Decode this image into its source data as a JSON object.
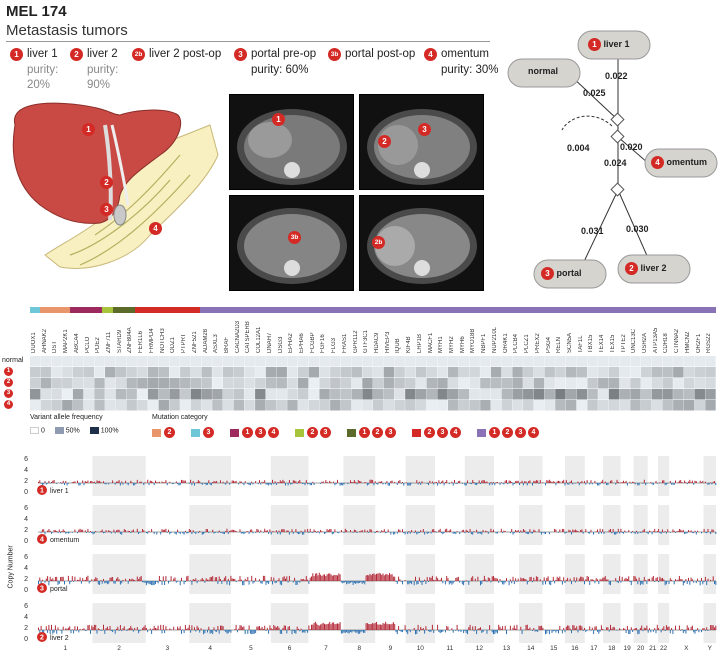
{
  "header": {
    "title": "MEL 174",
    "subtitle": "Metastasis tumors"
  },
  "samples": [
    {
      "badge": "1",
      "name": "liver 1",
      "purity_label": "purity:",
      "purity": "20%"
    },
    {
      "badge": "2",
      "name": "liver 2",
      "purity_label": "purity:",
      "purity": "90%"
    },
    {
      "badge": "2b",
      "name": "liver 2 post-op"
    },
    {
      "badge": "3",
      "name": "portal pre-op",
      "purity_label": "purity: 60%"
    },
    {
      "badge": "3b",
      "name": "portal post-op"
    },
    {
      "badge": "4",
      "name": "omentum",
      "purity_label": "purity: 30%"
    }
  ],
  "liver_badges": [
    "1",
    "2",
    "3",
    "4"
  ],
  "ct_badges": [
    "1",
    "3",
    "2",
    "3b",
    "2b"
  ],
  "tree": {
    "nodes": [
      {
        "badge": "1",
        "label": "liver 1"
      },
      {
        "label": "normal"
      },
      {
        "badge": "4",
        "label": "omentum"
      },
      {
        "badge": "3",
        "label": "portal"
      },
      {
        "badge": "2",
        "label": "liver 2"
      }
    ],
    "edges": [
      "0.022",
      "0.025",
      "0.004",
      "0.020",
      "0.024",
      "0.031",
      "0.030"
    ]
  },
  "mutation_colors": [
    "#6ec6d9",
    "#e8956b",
    "#9c2a5f",
    "#a8c43a",
    "#5c6b2a",
    "#d42a25",
    "#8a72b6"
  ],
  "genes": [
    "DUOX1",
    "AHNAK2",
    "DST",
    "MAP2K1",
    "ABCA4",
    "PCLO",
    "PDE2",
    "ZNF711",
    "STARD9",
    "ZNF804A",
    "FER1L6",
    "FRMPD4",
    "NOTCH3",
    "ODZ1",
    "PTPRT",
    "ZNF521",
    "ADAM28",
    "ASXL3",
    "BRAF",
    "CACNA2D3",
    "CATSPERB",
    "COL12A1",
    "DNAH7",
    "DSG3",
    "EPHA2",
    "EPHA6",
    "FCGBP",
    "FGF16",
    "FLG3",
    "FRAS1",
    "GPR112",
    "GTF3C1",
    "HDAC9",
    "HIVEP3",
    "IQUB",
    "KIF4B",
    "LRP1B",
    "MACF1",
    "MYH1",
    "MYH2",
    "MYH6",
    "MYO18B",
    "NBPF1",
    "NUP210L",
    "OR4K1",
    "PLCB4",
    "PLCZ1",
    "PREX2",
    "PSG4",
    "RELN",
    "SCN5A",
    "TAF1L",
    "TBX15",
    "TEX14",
    "TEX15",
    "TPTE2",
    "UNC13C",
    "USH2A",
    "ATP13A5",
    "CDH18",
    "CTNNA2",
    "HMCN2",
    "OR2F1",
    "RGS22"
  ],
  "heatmap_rows": [
    "normal",
    "1",
    "2",
    "3",
    "4"
  ],
  "vaf_legend": {
    "title": "Variant allele frequency",
    "items": [
      "0",
      "50%",
      "100%"
    ]
  },
  "mut_legend": {
    "title": "Mutation category",
    "groups": [
      {
        "color": "#e8956b",
        "badges": [
          "2"
        ]
      },
      {
        "color": "#6ec6d9",
        "badges": [
          "3"
        ]
      },
      {
        "color": "#9c2a5f",
        "badges": [
          "1",
          "3",
          "4"
        ]
      },
      {
        "color": "#a8c43a",
        "badges": [
          "2",
          "3"
        ]
      },
      {
        "color": "#5c6b2a",
        "badges": [
          "1",
          "2",
          "3"
        ]
      },
      {
        "color": "#d42a25",
        "badges": [
          "2",
          "3",
          "4"
        ]
      },
      {
        "color": "#8a72b6",
        "badges": [
          "1",
          "2",
          "3",
          "4"
        ]
      }
    ]
  },
  "copy_number": {
    "ylabel": "Copy Number",
    "yticks": [
      "6",
      "4",
      "2",
      "0"
    ],
    "panels": [
      {
        "badge": "1",
        "label": "liver 1"
      },
      {
        "badge": "4",
        "label": "omentum"
      },
      {
        "badge": "3",
        "label": "portal"
      },
      {
        "badge": "2",
        "label": "liver 2"
      }
    ],
    "chromosomes": [
      "1",
      "2",
      "3",
      "4",
      "5",
      "6",
      "7",
      "8",
      "9",
      "10",
      "11",
      "12",
      "13",
      "14",
      "15",
      "16",
      "17",
      "18",
      "19",
      "20",
      "21",
      "22",
      "X",
      "Y"
    ]
  }
}
